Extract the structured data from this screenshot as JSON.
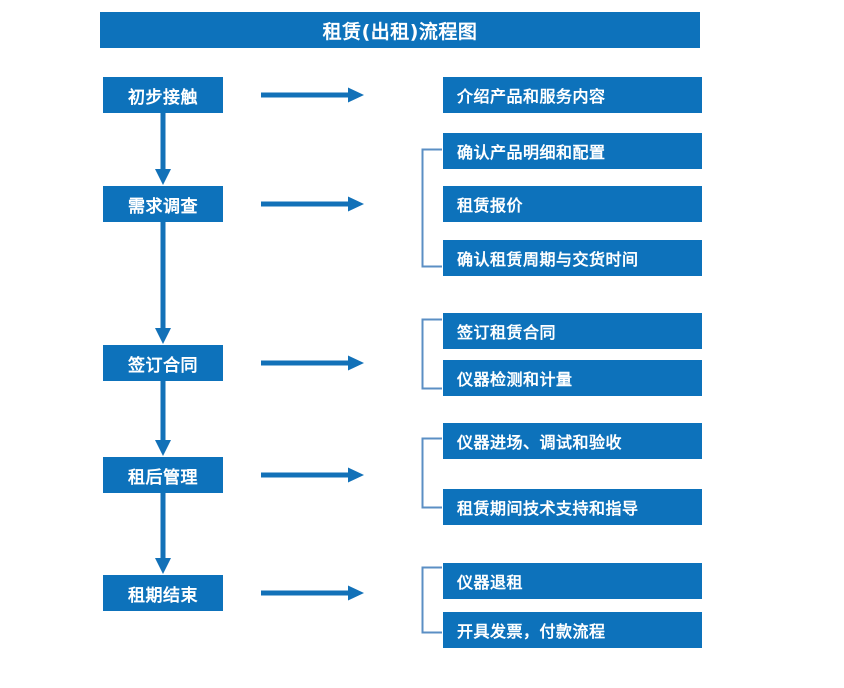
{
  "title": {
    "text": "租赁(出租)流程图"
  },
  "colors": {
    "box_fill": "#0d72bb",
    "box_text": "#ffffff",
    "arrow": "#1271b8",
    "bracket": "#5b8fc4",
    "background": "#ffffff"
  },
  "stages": [
    {
      "id": "initial-contact",
      "label": "初步接触",
      "details": [
        "介绍产品和服务内容"
      ]
    },
    {
      "id": "demand-survey",
      "label": "需求调查",
      "details": [
        "确认产品明细和配置",
        "租赁报价",
        "确认租赁周期与交货时间"
      ]
    },
    {
      "id": "sign-contract",
      "label": "签订合同",
      "details": [
        "签订租赁合同",
        "仪器检测和计量"
      ]
    },
    {
      "id": "post-rental-management",
      "label": "租后管理",
      "details": [
        "仪器进场、调试和验收",
        "租赁期间技术支持和指导"
      ]
    },
    {
      "id": "rental-end",
      "label": "租期结束",
      "details": [
        "仪器退租",
        "开具发票，付款流程"
      ]
    }
  ],
  "detail_boxes": {
    "d0_0": "介绍产品和服务内容",
    "d1_0": "确认产品明细和配置",
    "d1_1": "租赁报价",
    "d1_2": "确认租赁周期与交货时间",
    "d2_0": "签订租赁合同",
    "d2_1": "仪器检测和计量",
    "d3_0": "仪器进场、调试和验收",
    "d3_1": "租赁期间技术支持和指导",
    "d4_0": "仪器退租",
    "d4_1": "开具发票，付款流程"
  },
  "stage_labels": {
    "s0": "初步接触",
    "s1": "需求调查",
    "s2": "签订合同",
    "s3": "租后管理",
    "s4": "租期结束"
  },
  "icons": {
    "arrow_right": "arrow-right-icon",
    "arrow_down": "arrow-down-icon",
    "bracket_left": "bracket-left-icon"
  }
}
